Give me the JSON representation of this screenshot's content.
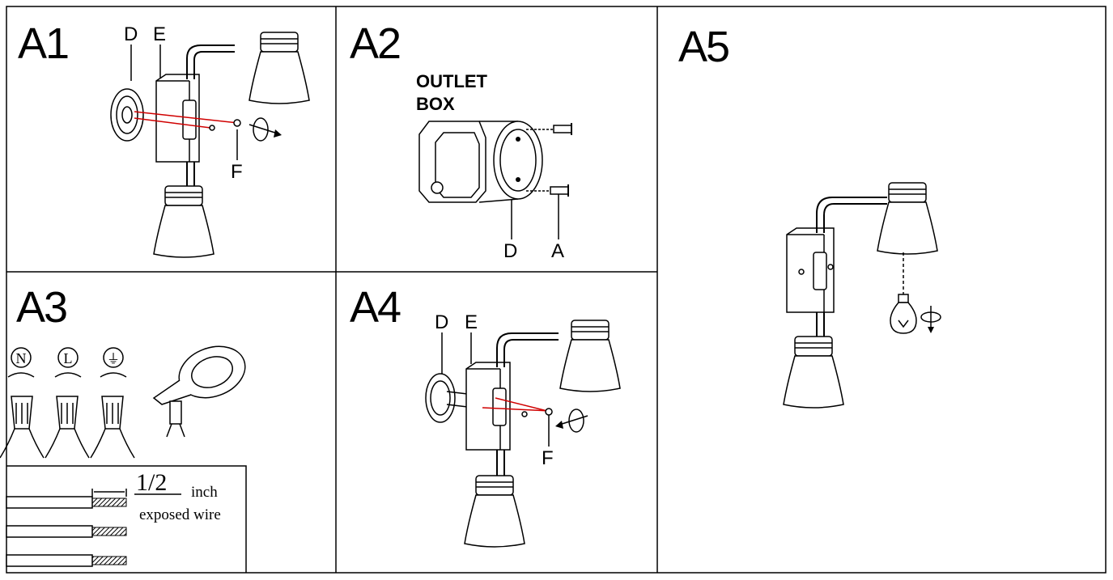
{
  "panels": {
    "a1": {
      "title": "A1",
      "labels": {
        "d": "D",
        "e": "E",
        "f": "F"
      }
    },
    "a2": {
      "title": "A2",
      "outlet_line1": "OUTLET",
      "outlet_line2": "BOX",
      "labels": {
        "d": "D",
        "a": "A"
      }
    },
    "a3": {
      "title": "A3",
      "symbols": {
        "neutral": "N",
        "live": "L",
        "ground": "⏚"
      },
      "measure_value": "1/2",
      "measure_unit": "inch",
      "measure_note": "exposed wire"
    },
    "a4": {
      "title": "A4",
      "labels": {
        "d": "D",
        "e": "E",
        "f": "F"
      }
    },
    "a5": {
      "title": "A5"
    }
  },
  "colors": {
    "line": "#000000",
    "guide": "#d00000",
    "paper": "#ffffff"
  },
  "icons": [
    "wall-plate-icon",
    "mounting-bracket-icon",
    "lamp-shade-icon",
    "screw-icon",
    "rotate-arrow-icon",
    "wire-nut-icon",
    "electrical-tape-icon",
    "light-bulb-icon"
  ]
}
